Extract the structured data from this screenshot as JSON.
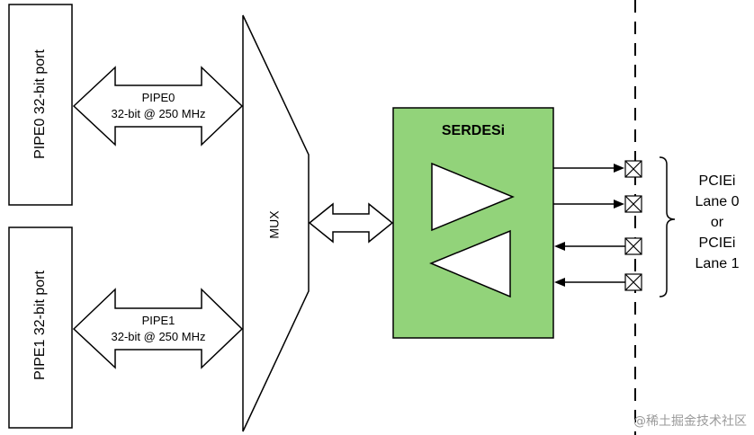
{
  "ports": {
    "pipe0_port_label": "PIPE0 32-bit port",
    "pipe1_port_label": "PIPE1 32-bit port"
  },
  "links": {
    "pipe0_name": "PIPE0",
    "pipe0_rate": "32-bit @ 250 MHz",
    "pipe1_name": "PIPE1",
    "pipe1_rate": "32-bit @ 250 MHz"
  },
  "mux": {
    "label": "MUX"
  },
  "serdes": {
    "label": "SERDESi",
    "color": "#92D37A"
  },
  "pcie": {
    "lines": [
      "PCIEi",
      "Lane 0",
      "or",
      "PCIEi",
      "Lane 1"
    ]
  },
  "watermark": "@稀土掘金技术社区"
}
